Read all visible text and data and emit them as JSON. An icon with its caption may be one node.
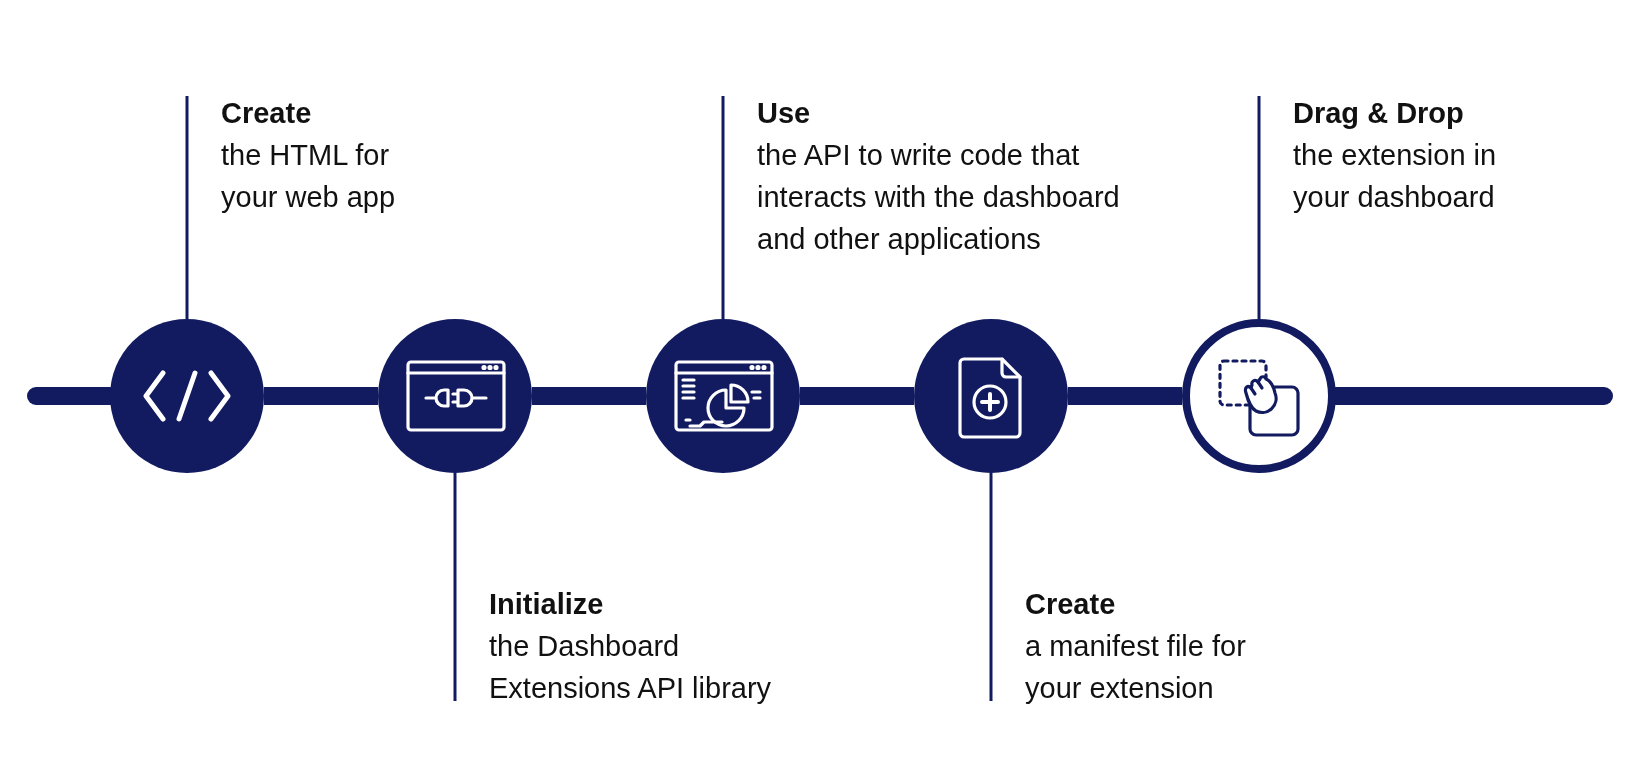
{
  "diagram": {
    "nodes": [
      {
        "text": [],
        "shape": "circle"
      },
      {
        "text": [],
        "shape": "circle"
      },
      {
        "text": [],
        "shape": "circle"
      },
      {
        "text": [],
        "shape": "circle"
      },
      {
        "text": [],
        "shape": "circle"
      },
      {
        "text": [
          "Create",
          "the HTML for your web app"
        ]
      },
      {
        "text": [
          "Initialize",
          "the Dashboard Extensions API library"
        ]
      },
      {
        "text": [
          "Use",
          "the API to write code that interacts with the dashboard and other applications"
        ]
      },
      {
        "text": [
          "Create",
          "a manifest file for your extension"
        ]
      },
      {
        "text": [
          "Drag & Drop",
          "the extension in your dashboard"
        ]
      }
    ],
    "edges": [
      {
        "from": null,
        "to": 0,
        "arrow": "none"
      },
      {
        "from": 0,
        "to": 1,
        "arrow": "none"
      },
      {
        "from": 1,
        "to": 2,
        "arrow": "none"
      },
      {
        "from": 2,
        "to": 3,
        "arrow": "none"
      },
      {
        "from": 3,
        "to": 4,
        "arrow": "none"
      },
      {
        "from": 4,
        "to": null,
        "arrow": "none"
      },
      {
        "from": 5,
        "to": 0,
        "arrow": "none"
      },
      {
        "from": 6,
        "to": 1,
        "arrow": "none"
      },
      {
        "from": 7,
        "to": 2,
        "arrow": "none"
      },
      {
        "from": 8,
        "to": 3,
        "arrow": "none"
      },
      {
        "from": 9,
        "to": 4,
        "arrow": "none"
      }
    ]
  }
}
